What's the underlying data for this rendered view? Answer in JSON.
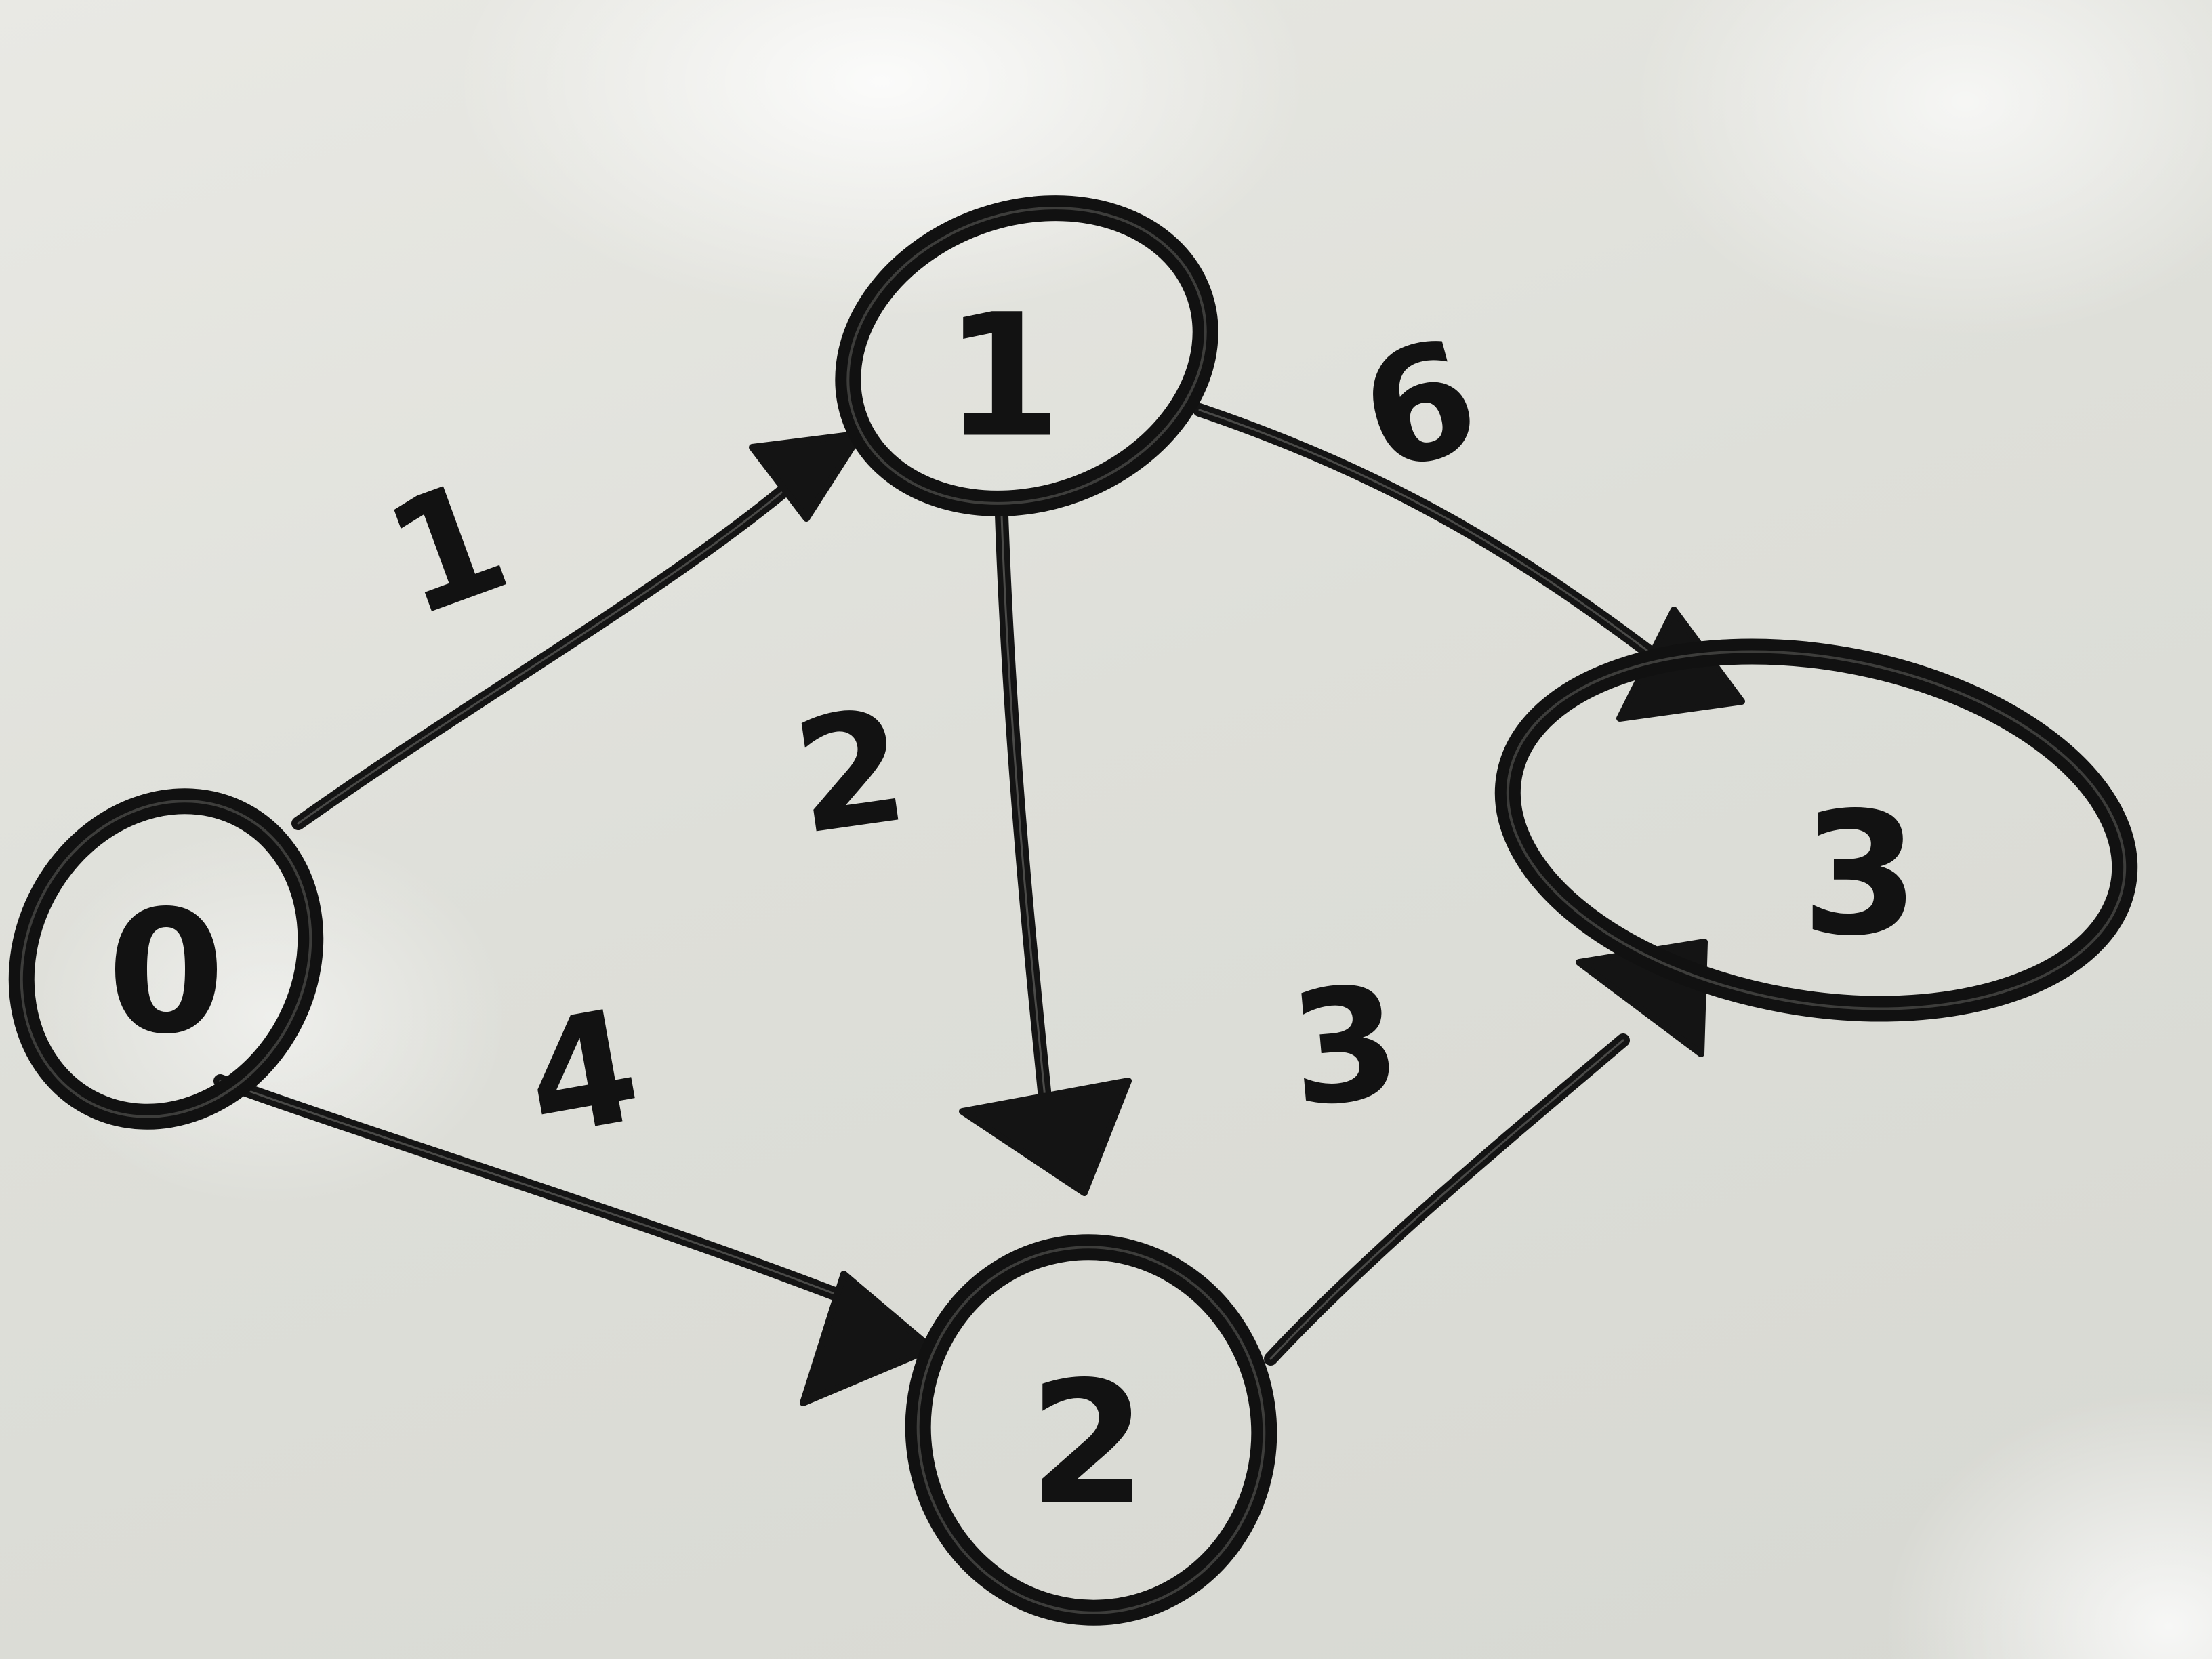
{
  "graph": {
    "nodes": [
      {
        "id": "0",
        "label": "0"
      },
      {
        "id": "1",
        "label": "1"
      },
      {
        "id": "2",
        "label": "2"
      },
      {
        "id": "3",
        "label": "3"
      }
    ],
    "edges": [
      {
        "from": "0",
        "to": "1",
        "weight": "1"
      },
      {
        "from": "0",
        "to": "2",
        "weight": "4"
      },
      {
        "from": "1",
        "to": "2",
        "weight": "2"
      },
      {
        "from": "1",
        "to": "3",
        "weight": "6"
      },
      {
        "from": "2",
        "to": "3",
        "weight": "3"
      }
    ]
  },
  "colors": {
    "ink": "#141414",
    "board": "#e4e4df"
  }
}
